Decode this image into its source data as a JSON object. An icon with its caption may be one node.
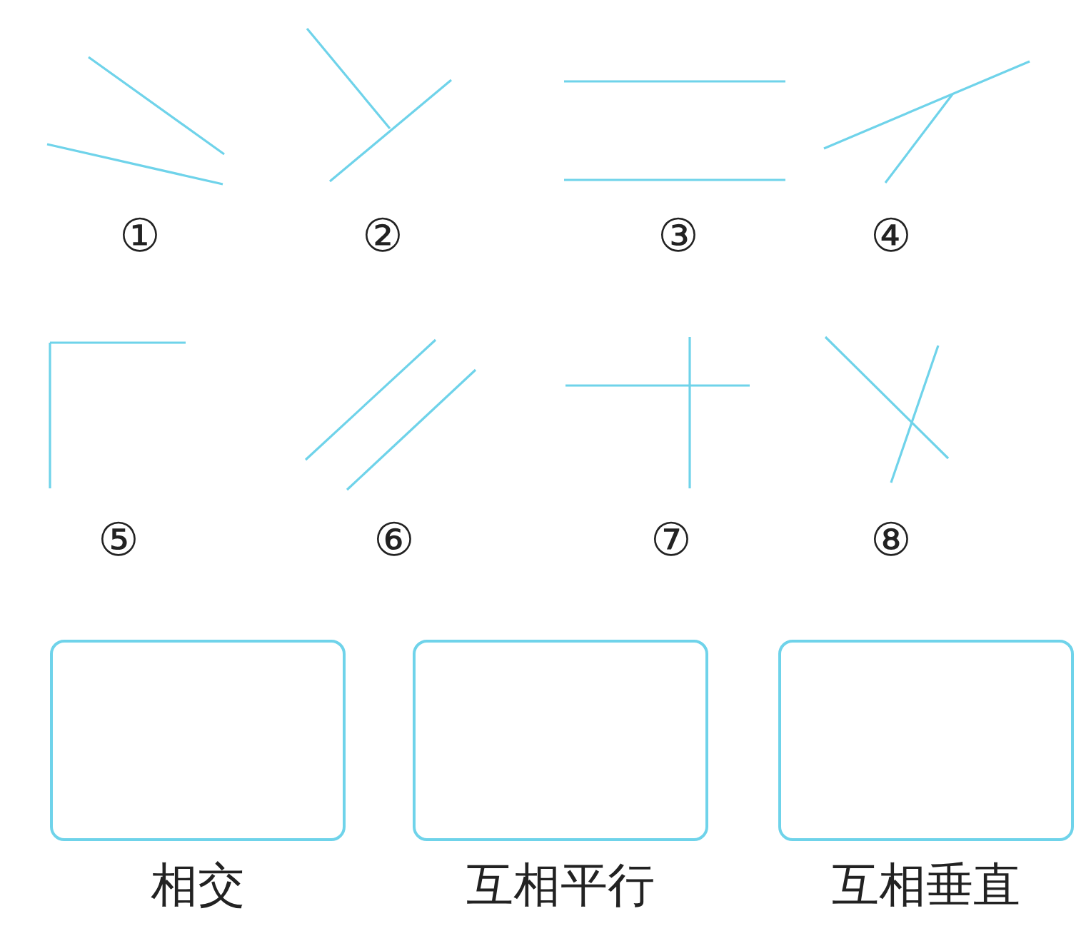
{
  "diagram": {
    "nodes": [
      {
        "text": [
          "相交"
        ]
      },
      {
        "text": [
          "互相平行"
        ]
      },
      {
        "text": [
          "互相垂直"
        ]
      }
    ],
    "labels": [
      "①",
      "②",
      "③",
      "④",
      "⑤",
      "⑥",
      "⑦",
      "⑧"
    ]
  }
}
